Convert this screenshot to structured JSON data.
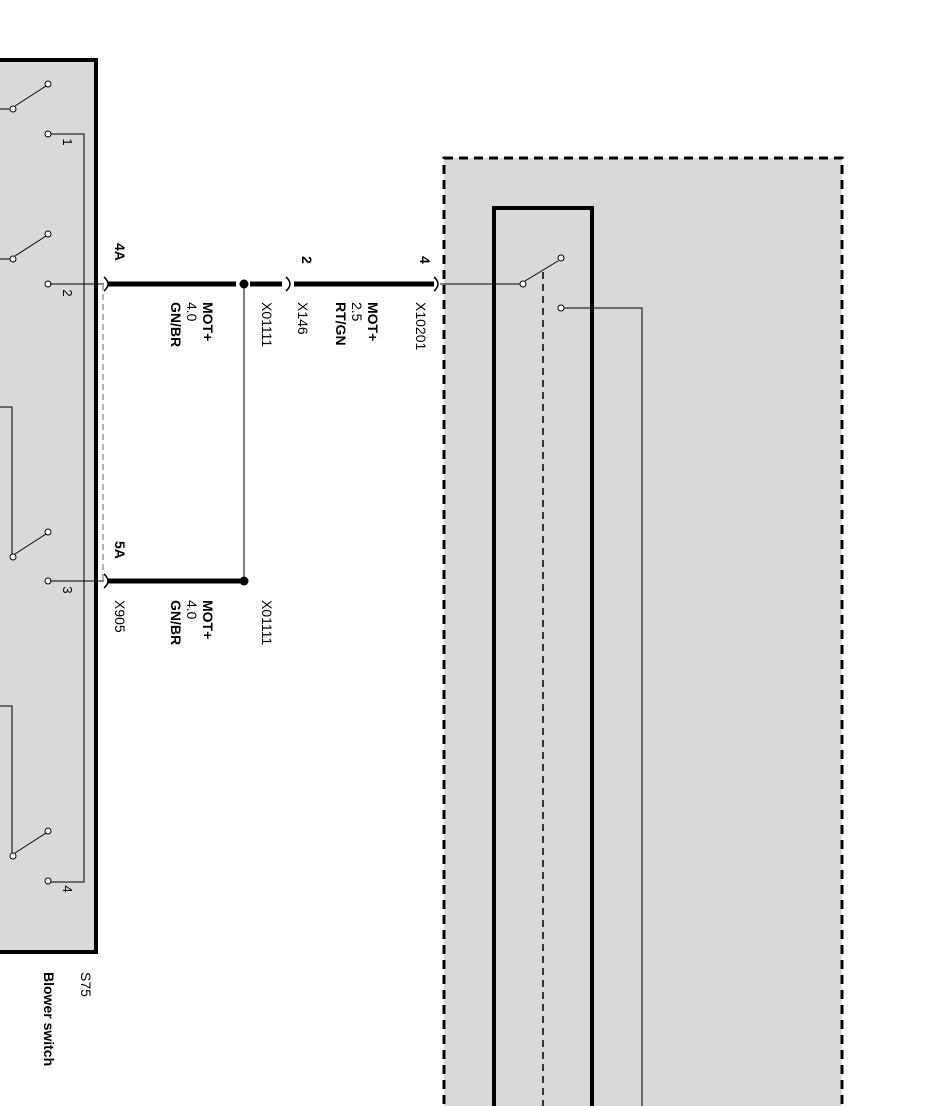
{
  "colors": {
    "component_fill": "#d9d9d9",
    "line": "#000000",
    "shield": "#9a9a9a",
    "background": "#ffffff"
  },
  "blower_switch": {
    "id": "S75",
    "name": "Blower switch",
    "terminals": [
      "1",
      "2",
      "3",
      "4"
    ]
  },
  "connectors": {
    "pin_4a": "4A",
    "pin_5a": "5A",
    "pin_2": "2",
    "pin_4": "4",
    "x10201": "X10201",
    "x146": "X146",
    "x01111_a": "X01111",
    "x01111_b": "X01111",
    "x905": "X905"
  },
  "wires": {
    "upper_signal": "MOT+",
    "upper_size": "4.0",
    "upper_color": "GN/BR",
    "right_signal": "MOT+",
    "right_size": "2.5",
    "right_color": "RT/GN",
    "lower_signal": "MOT+",
    "lower_size": "4.0",
    "lower_color": "GN/BR"
  }
}
